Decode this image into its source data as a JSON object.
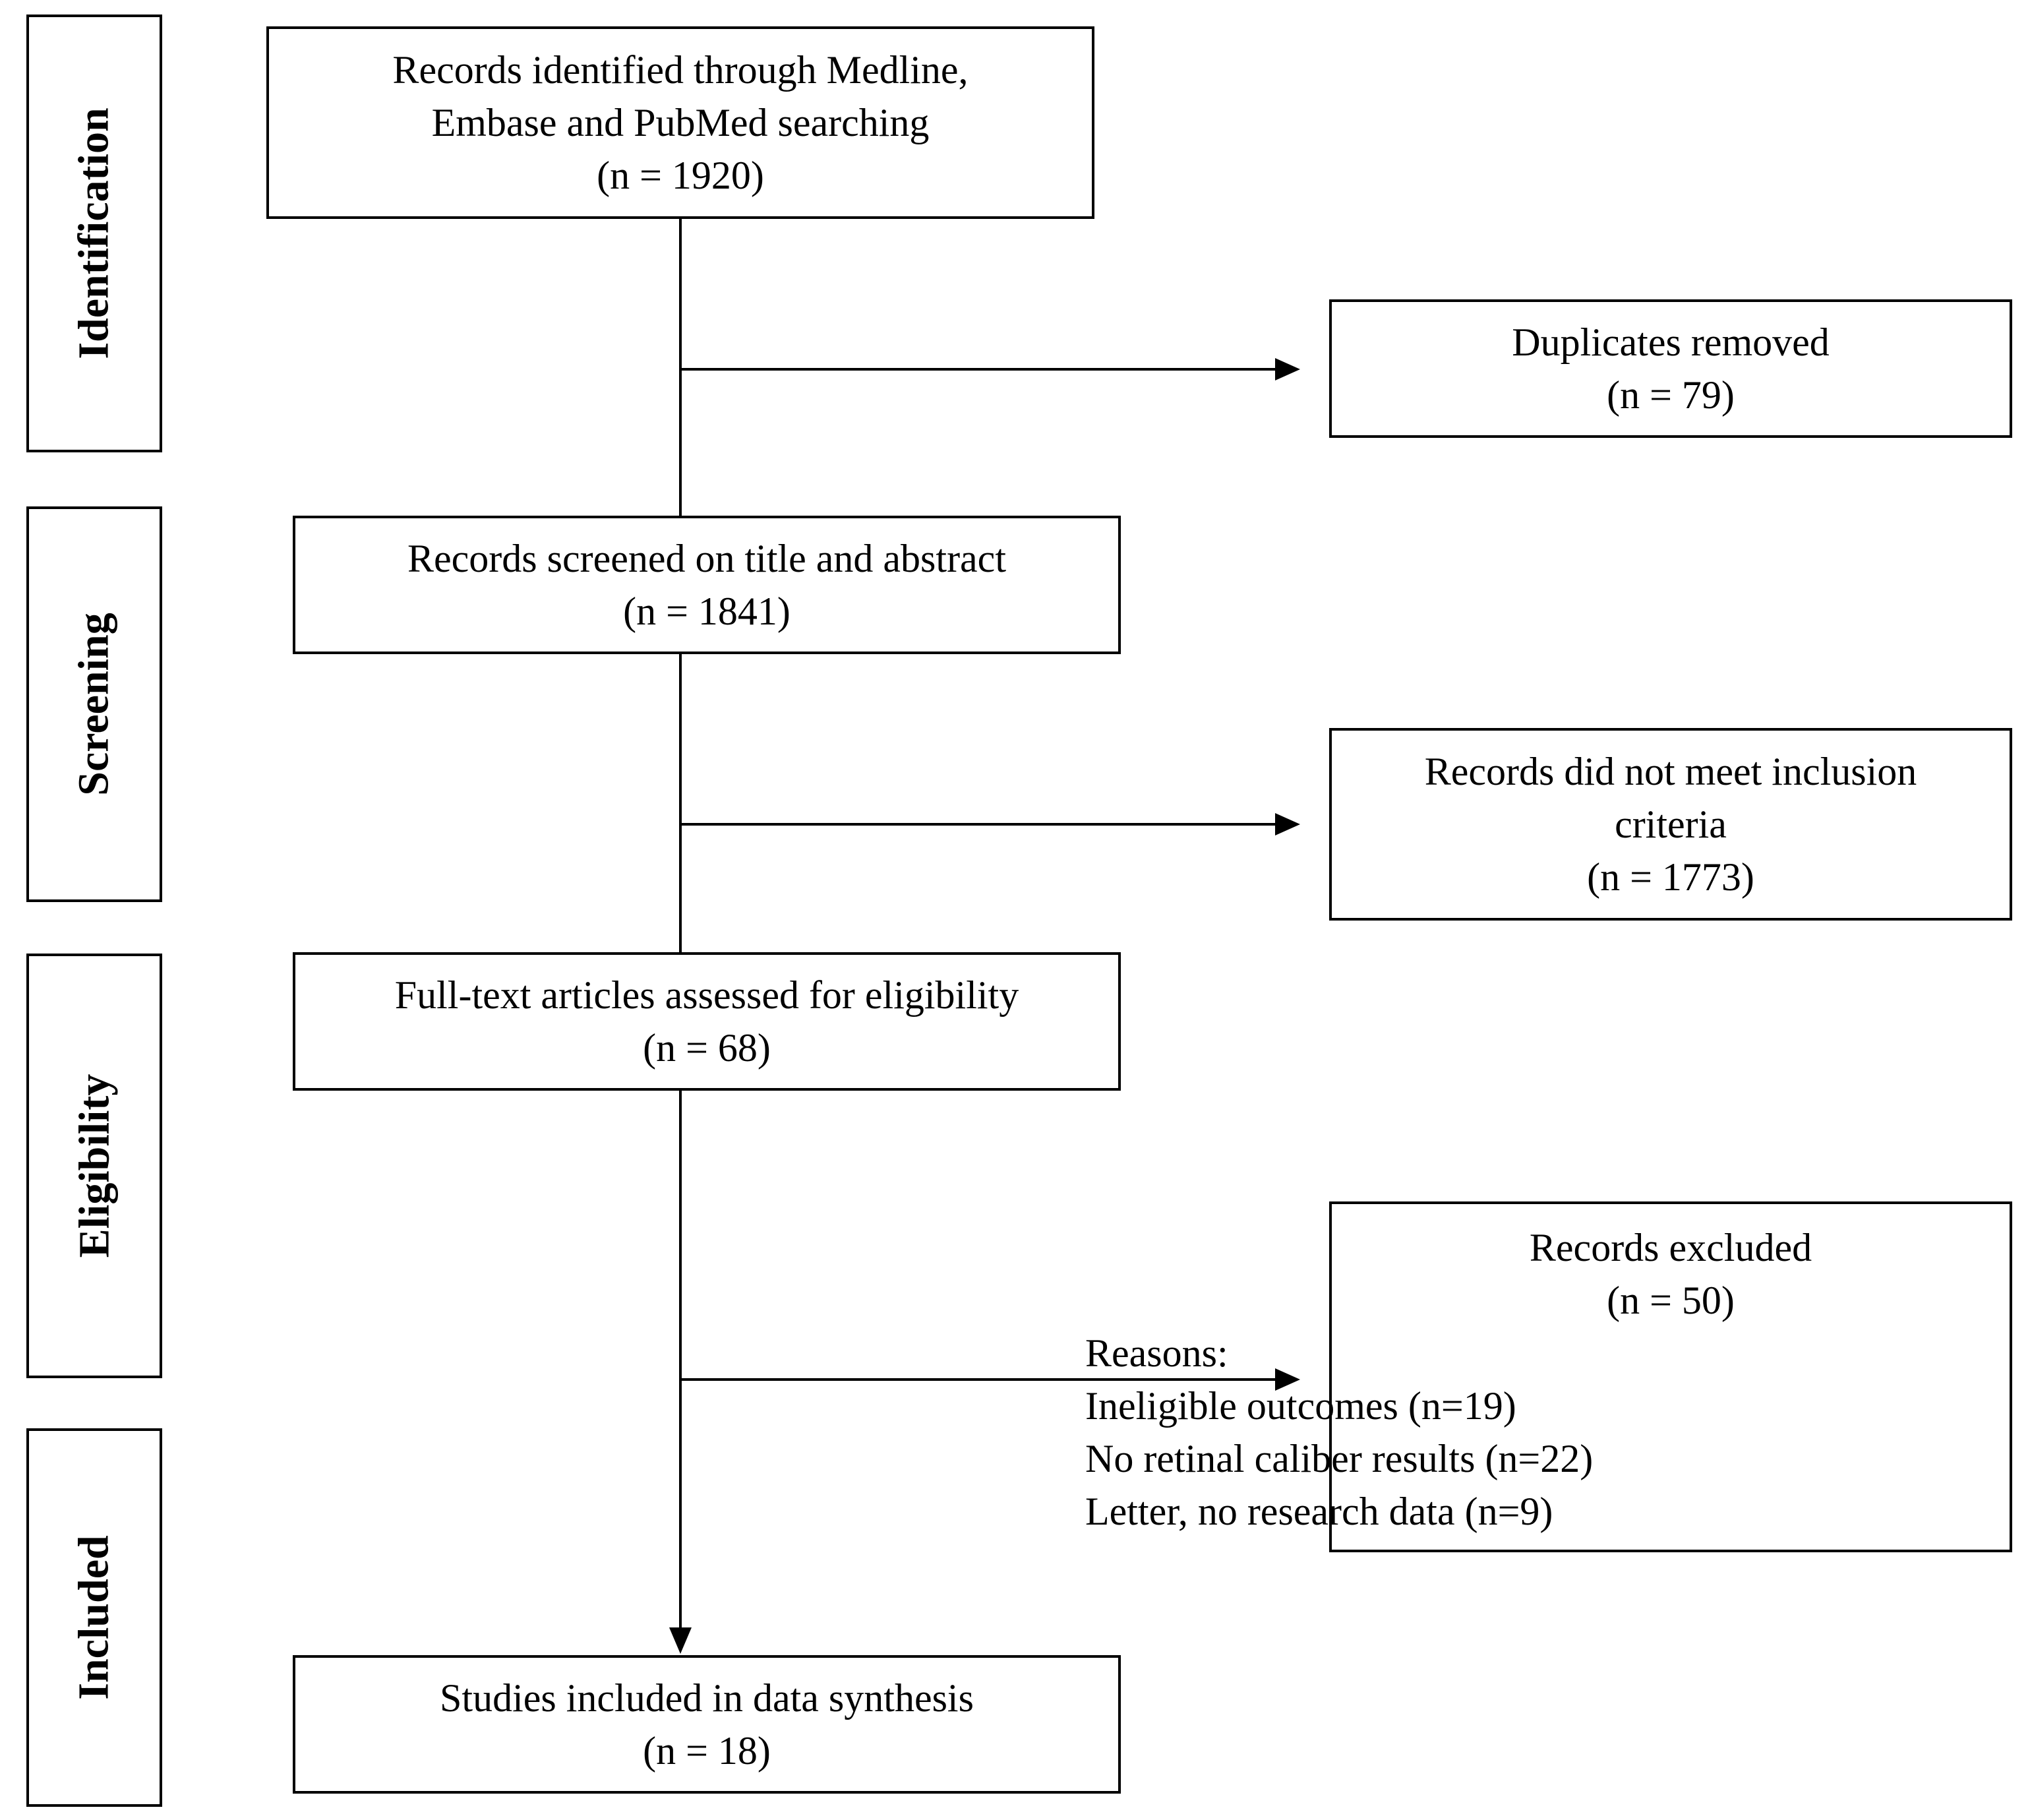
{
  "stages": [
    "Identification",
    "Screening",
    "Eligibility",
    "Included"
  ],
  "nodes": {
    "identified": {
      "line1": "Records identified through Medline,",
      "line2": "Embase and PubMed searching",
      "count": "(n = 1920)"
    },
    "screened": {
      "line1": "Records screened on title and abstract",
      "count": "(n = 1841)"
    },
    "fulltext": {
      "line1": "Full-text articles assessed for eligibility",
      "count": "(n = 68)"
    },
    "included": {
      "line1": "Studies included in data synthesis",
      "count": "(n = 18)"
    }
  },
  "exclusions": {
    "duplicates": {
      "line1": "Duplicates removed",
      "count": "(n = 79)"
    },
    "not_met": {
      "line1": "Records did not meet inclusion",
      "line2": "criteria",
      "count": "(n = 1773)"
    },
    "excluded": {
      "line1": "Records excluded",
      "count": "(n = 50)",
      "reasons_heading": "Reasons:",
      "reasons": [
        "Ineligible outcomes (n=19)",
        "No retinal caliber results (n=22)",
        "Letter, no research data (n=9)"
      ]
    }
  }
}
